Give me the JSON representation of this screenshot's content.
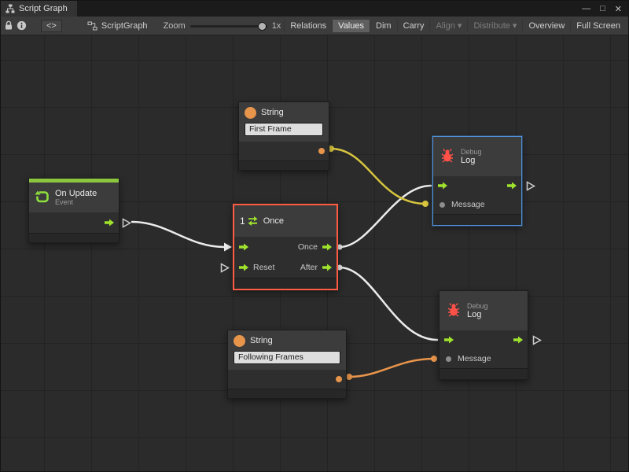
{
  "window": {
    "tab_title": "Script Graph",
    "controls": {
      "minimize": "—",
      "maximize": "□",
      "close": "✕"
    }
  },
  "toolbar": {
    "code_icon": "<>",
    "graph_label": "ScriptGraph",
    "zoom_label": "Zoom",
    "zoom_value": "1x",
    "dropdown_arrow": "▾",
    "buttons": [
      {
        "label": "Relations"
      },
      {
        "label": "Values",
        "active": true
      },
      {
        "label": "Dim"
      },
      {
        "label": "Carry"
      },
      {
        "label": "Align",
        "disabled": true,
        "dropdown": true
      },
      {
        "label": "Distribute",
        "disabled": true,
        "dropdown": true
      },
      {
        "label": "Overview"
      },
      {
        "label": "Full Screen"
      }
    ]
  },
  "nodes": {
    "string_top": {
      "title": "String",
      "value": "First Frame"
    },
    "string_bottom": {
      "title": "String",
      "value": "Following Frames"
    },
    "on_update": {
      "title": "On Update",
      "subtitle": "Event"
    },
    "once": {
      "icon_number": "1",
      "title": "Once",
      "out_once": "Once",
      "in_reset": "Reset",
      "out_after": "After"
    },
    "debug_top": {
      "category": "Debug",
      "title": "Log",
      "message": "Message"
    },
    "debug_bottom": {
      "category": "Debug",
      "title": "Log",
      "message": "Message"
    }
  },
  "colors": {
    "accent_green": "#9fe32d",
    "header_green": "#8cc63f",
    "orange": "#e8954c",
    "wire_yellow": "#d8c63e",
    "wire_white": "#ececec",
    "selection_red": "#ff5d43",
    "selection_blue": "#4f90d9"
  }
}
